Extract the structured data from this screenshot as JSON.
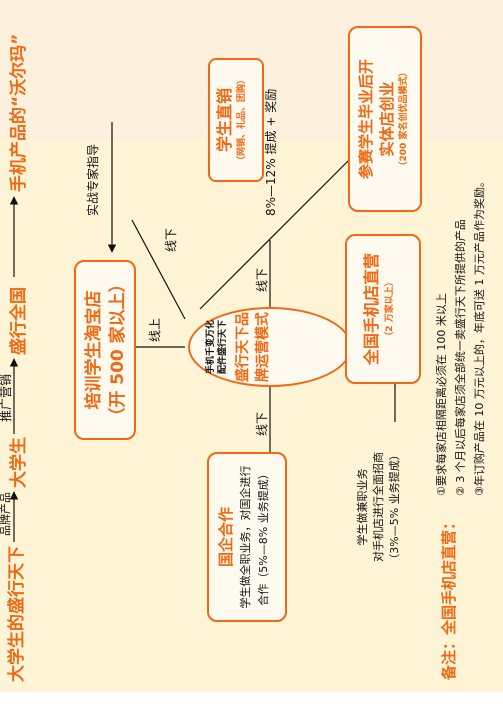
{
  "colors": {
    "accent": "#ee6a14",
    "text": "#111111",
    "band": "#fff4d6",
    "band_top": "#fdf1dd"
  },
  "flow": {
    "start": "大学生的盛行天下",
    "label1": "品牌产品",
    "node2": "大学生",
    "label2": "推广营销",
    "node3": "盛行全国",
    "end": "手机产品的“沃尔玛”"
  },
  "center": {
    "line1": "手机千变万化",
    "line2": "配件盛行天下",
    "title1": "盛行天下品",
    "title2": "牌运营模式"
  },
  "boxes": {
    "taobao": {
      "line1": "培训学生淘宝店",
      "line2": "（开 500 家以上）"
    },
    "direct": {
      "title": "学生直销",
      "sub": "（网销、礼品、团购）",
      "line": "8%—12% 提成 + 奖励"
    },
    "startup": {
      "line1": "参赛学生毕业后开",
      "line2": "实体店创业",
      "sub": "（200 家名创优品模式）"
    },
    "state": {
      "title": "国企合作",
      "line1": "学生做全职业务，对国企进行",
      "line2": "合作（5%—8% 业务提成）"
    },
    "flagship": {
      "title": "全国手机店直营",
      "sub": "（2 万家以上）"
    }
  },
  "labels": {
    "online": "线上",
    "offline_left": "线下",
    "offline_right": "线下",
    "offline_top": "线下",
    "guide": "实战专家指导"
  },
  "side_note": {
    "line1": "学生做兼职业务",
    "line2": "对手机店进行全面招商",
    "line3": "（3%—5% 业务提成）"
  },
  "remarks": {
    "title": "备注：全国手机店直营：",
    "items": [
      "①要求每家店相隔距离必须在 100 米以上",
      "② 3 个月以后每家店须全部统一卖盛行天下所提供的产品",
      "③年订购产品在 10 万元以上的，年底可送 1 万元产品作为奖励。"
    ]
  }
}
